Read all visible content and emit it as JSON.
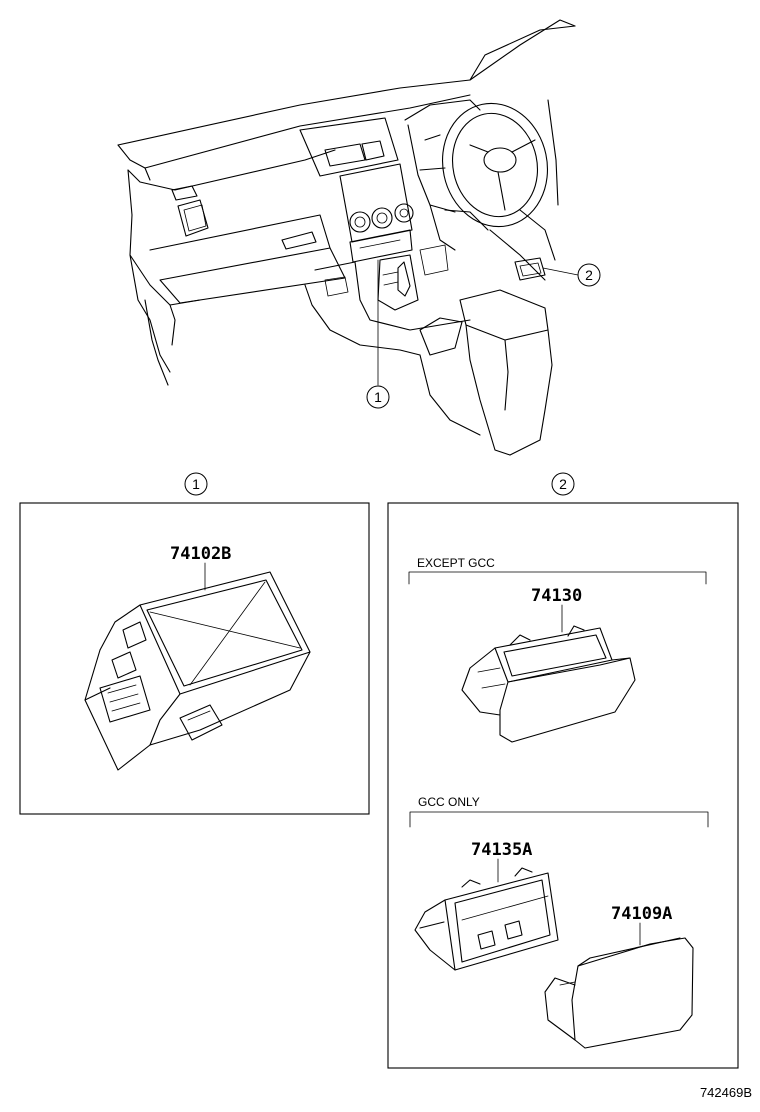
{
  "callouts": {
    "one": "1",
    "two": "2"
  },
  "panel_one": {
    "callout": "1",
    "part_number": "74102B"
  },
  "panel_two": {
    "callout": "2",
    "groups": [
      {
        "label": "EXCEPT GCC",
        "parts": [
          "74130"
        ]
      },
      {
        "label": "GCC ONLY",
        "parts": [
          "74135A",
          "74109A"
        ]
      }
    ]
  },
  "reference_code": "742469B"
}
